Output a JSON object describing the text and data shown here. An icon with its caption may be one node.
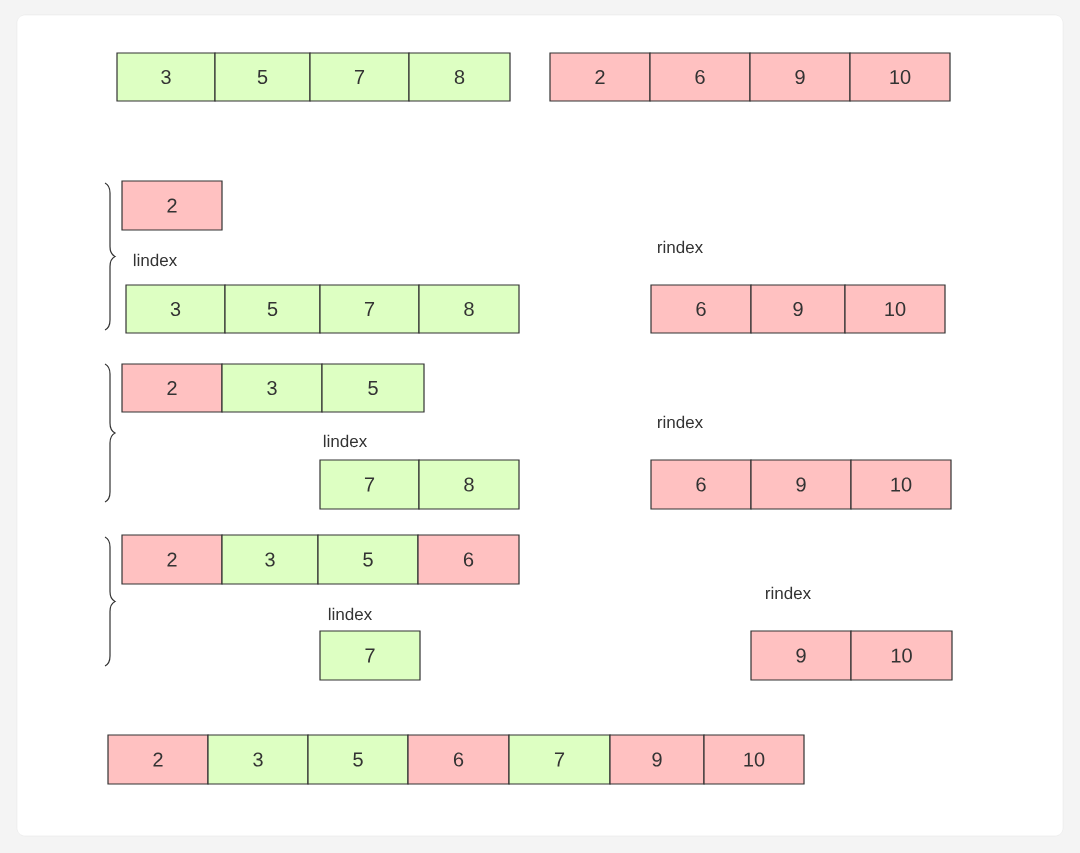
{
  "diagram": {
    "nodes": [
      {
        "text": [
          "3"
        ]
      },
      {
        "text": [
          "5"
        ]
      },
      {
        "text": [
          "7"
        ]
      },
      {
        "text": [
          "8"
        ]
      },
      {
        "text": [
          "2"
        ]
      },
      {
        "text": [
          "6"
        ]
      },
      {
        "text": [
          "9"
        ]
      },
      {
        "text": [
          "10"
        ]
      },
      {
        "text": [
          "2"
        ]
      },
      {
        "text": [
          "3"
        ]
      },
      {
        "text": [
          "5"
        ]
      },
      {
        "text": [
          "7"
        ]
      },
      {
        "text": [
          "8"
        ]
      },
      {
        "text": [
          "6"
        ]
      },
      {
        "text": [
          "9"
        ]
      },
      {
        "text": [
          "10"
        ]
      },
      {
        "text": [
          "2"
        ]
      },
      {
        "text": [
          "3"
        ]
      },
      {
        "text": [
          "5"
        ]
      },
      {
        "text": [
          "7"
        ]
      },
      {
        "text": [
          "8"
        ]
      },
      {
        "text": [
          "6"
        ]
      },
      {
        "text": [
          "9"
        ]
      },
      {
        "text": [
          "10"
        ]
      },
      {
        "text": [
          "2"
        ]
      },
      {
        "text": [
          "3"
        ]
      },
      {
        "text": [
          "5"
        ]
      },
      {
        "text": [
          "6"
        ]
      },
      {
        "text": [
          "7"
        ]
      },
      {
        "text": [
          "9"
        ]
      },
      {
        "text": [
          "10"
        ]
      },
      {
        "text": [
          "2"
        ]
      },
      {
        "text": [
          "3"
        ]
      },
      {
        "text": [
          "5"
        ]
      },
      {
        "text": [
          "6"
        ]
      },
      {
        "text": [
          "7"
        ]
      },
      {
        "text": [
          "9"
        ]
      },
      {
        "text": [
          "10"
        ]
      }
    ],
    "labels": [
      "rindex",
      "lindex",
      "rindex",
      "lindex",
      "rindex",
      "lindex"
    ]
  }
}
